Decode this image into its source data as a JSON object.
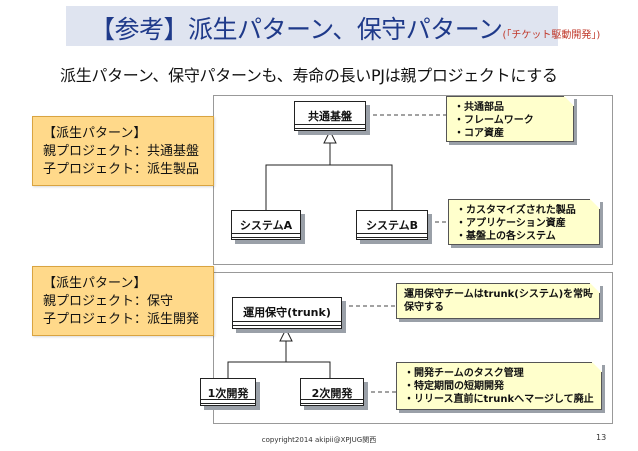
{
  "header": {
    "title": "【参考】派生パターン、保守パターン",
    "subtitle_note": "(「チケット駆動開発」)"
  },
  "lead": "派生パターン、保守パターンも、寿命の長いPJは親プロジェクトにする",
  "section1": {
    "callout_lines": [
      "【派生パターン】",
      "親プロジェクト：共通基盤",
      "子プロジェクト：派生製品"
    ],
    "parent_class": "共通基盤",
    "child_classes": [
      "システムA",
      "システムB"
    ],
    "note_top": [
      "・共通部品",
      "・フレームワーク",
      "・コア資産"
    ],
    "note_bottom": [
      "・カスタマイズされた製品",
      "・アプリケーション資産",
      "・基盤上の各システム"
    ]
  },
  "section2": {
    "callout_lines": [
      "【派生パターン】",
      "親プロジェクト：保守",
      "子プロジェクト：派生開発"
    ],
    "parent_class": "運用保守(trunk)",
    "child_classes": [
      "1次開発",
      "2次開発"
    ],
    "note_top": [
      "運用保守チームはtrunk(システム)を常時",
      "保守する"
    ],
    "note_bottom": [
      "・開発チームのタスク管理",
      "・特定期間の短期開発",
      "・リリース直前にtrunkへマージして廃止"
    ]
  },
  "footer": {
    "copyright": "copyright2014 akipii@XPJUG関西",
    "page_number": "13"
  },
  "colors": {
    "title_text": "#1f3a8a",
    "title_bg": "#dfe4f0",
    "callout_bg": "#ffd98a",
    "note_bg": "#ffffcc"
  }
}
